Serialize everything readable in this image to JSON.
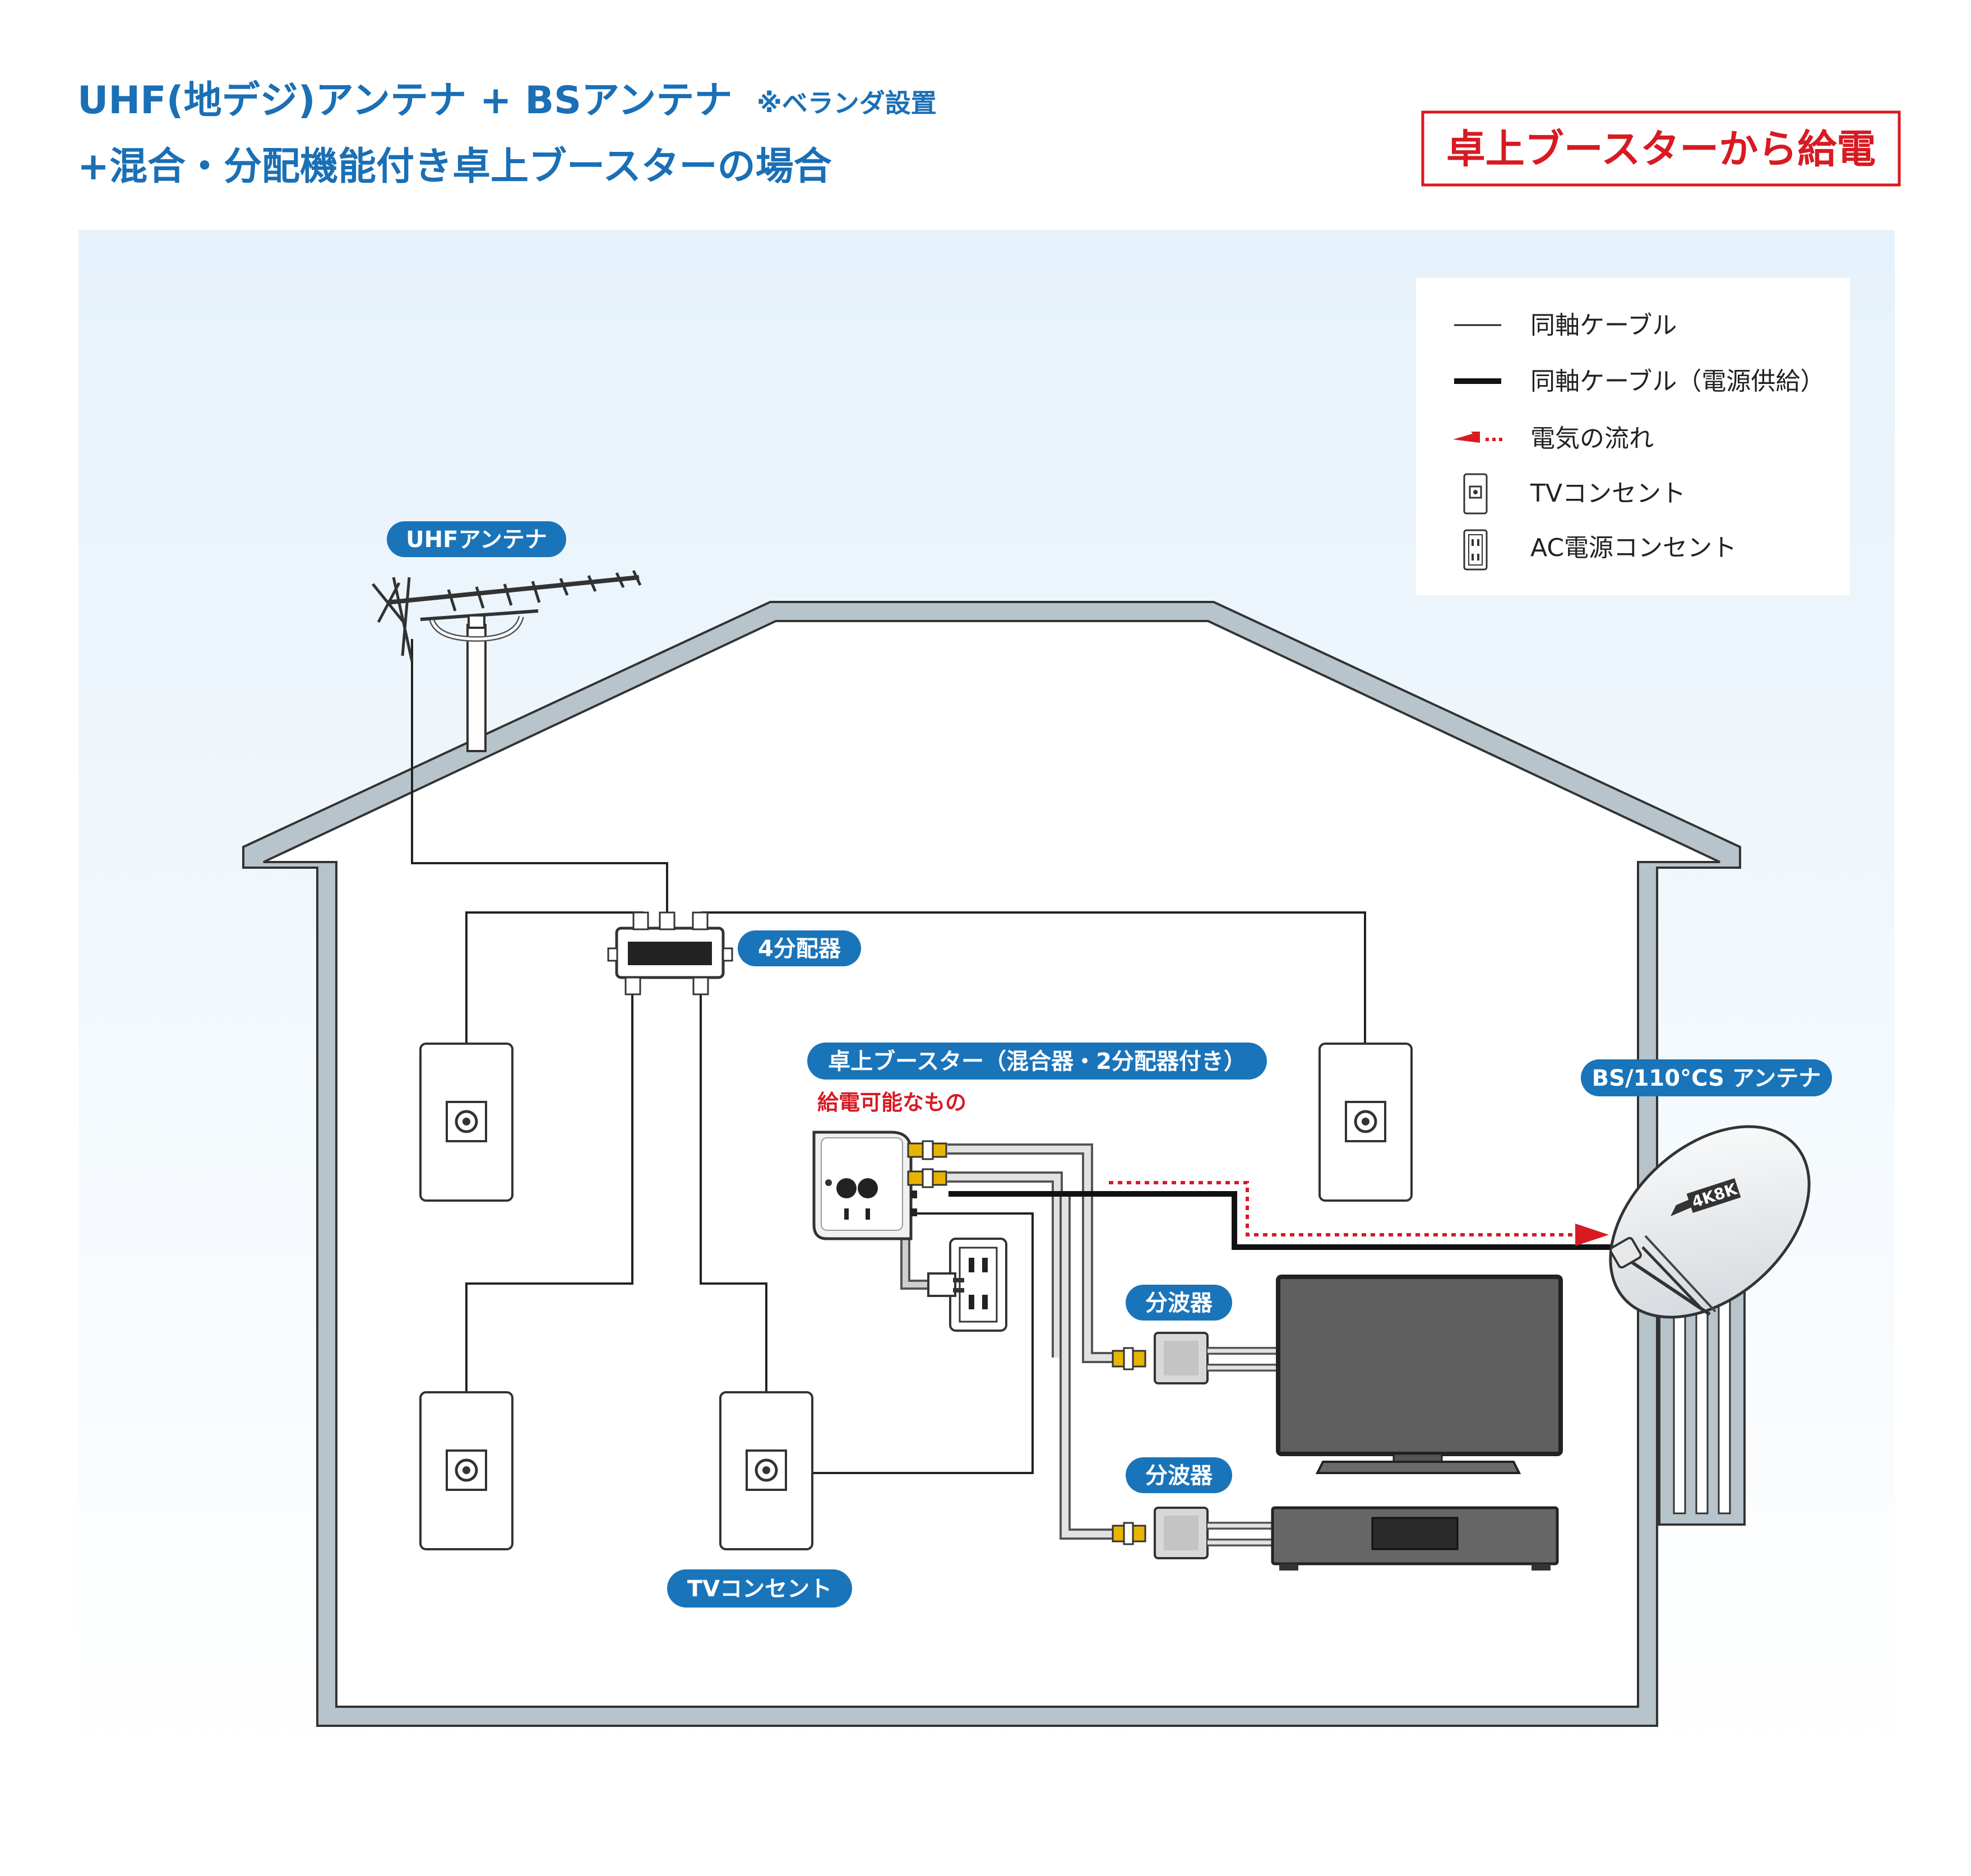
{
  "header": {
    "title_line1": "UHF(地デジ)アンテナ + BSアンテナ",
    "title_note": "※ベランダ設置",
    "title_line2": "+混合・分配機能付き卓上ブースターの場合",
    "power_badge": "卓上ブースターから給電"
  },
  "legend": {
    "items": [
      {
        "symbol": "thin-line",
        "label": "同軸ケーブル"
      },
      {
        "symbol": "thick-line",
        "label": "同軸ケーブル（電源供給）"
      },
      {
        "symbol": "red-dotted-arrow",
        "label": "電気の流れ"
      },
      {
        "symbol": "tv-outlet-icon",
        "label": "TVコンセント"
      },
      {
        "symbol": "ac-outlet-icon",
        "label": "AC電源コンセント"
      }
    ]
  },
  "labels": {
    "uhf_antenna": "UHFアンテナ",
    "splitter4": "4分配器",
    "booster": "卓上ブースター（混合器・2分配器付き）",
    "booster_note": "給電可能なもの",
    "bs_antenna": "BS/110°CS アンテナ",
    "diplexer1": "分波器",
    "diplexer2": "分波器",
    "tv_outlet": "TVコンセント",
    "dish_brand": "4K8K"
  },
  "colors": {
    "title": "#1a6fb5",
    "pill": "#1a74ba",
    "red": "#d81a22",
    "wall": "#b7c4cc",
    "background_top": "#e6f2fb",
    "connector_gold": "#e8b400",
    "tv_screen": "#5f5f5f"
  }
}
